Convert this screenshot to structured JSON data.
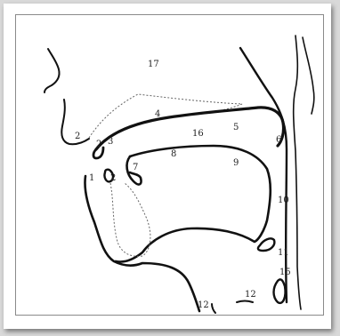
{
  "diagram": {
    "labels": {
      "l1": "1",
      "l2a": "2",
      "l2b": "2",
      "l2c": "2",
      "l3": "3",
      "l4": "4",
      "l5": "5",
      "l6": "6",
      "l7": "7",
      "l8": "8",
      "l9": "9",
      "l10": "10",
      "l11": "11",
      "l12a": "12",
      "l12b": "12",
      "l15": "15",
      "l16": "16",
      "l17": "17"
    }
  }
}
